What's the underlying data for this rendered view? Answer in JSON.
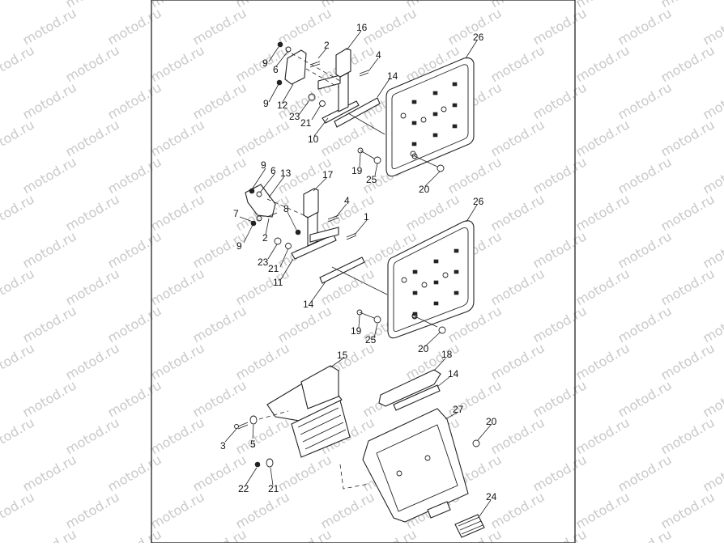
{
  "watermark": {
    "text": "motod.ru"
  },
  "callouts": [
    {
      "id": "c16a",
      "text": "16"
    },
    {
      "id": "c26a",
      "text": "26"
    },
    {
      "id": "c2a",
      "text": "2"
    },
    {
      "id": "c4a",
      "text": "4"
    },
    {
      "id": "c9a",
      "text": "9"
    },
    {
      "id": "c6a",
      "text": "6"
    },
    {
      "id": "c14a",
      "text": "14"
    },
    {
      "id": "c9b",
      "text": "9"
    },
    {
      "id": "c12",
      "text": "12"
    },
    {
      "id": "c23a",
      "text": "23"
    },
    {
      "id": "c21a",
      "text": "21"
    },
    {
      "id": "c10",
      "text": "10"
    },
    {
      "id": "c19a",
      "text": "19"
    },
    {
      "id": "c25a",
      "text": "25"
    },
    {
      "id": "c20a",
      "text": "20"
    },
    {
      "id": "c9c",
      "text": "9"
    },
    {
      "id": "c6b",
      "text": "6"
    },
    {
      "id": "c13",
      "text": "13"
    },
    {
      "id": "c17",
      "text": "17"
    },
    {
      "id": "c26b",
      "text": "26"
    },
    {
      "id": "c4b",
      "text": "4"
    },
    {
      "id": "c7",
      "text": "7"
    },
    {
      "id": "c8",
      "text": "8"
    },
    {
      "id": "c1",
      "text": "1"
    },
    {
      "id": "c9d",
      "text": "9"
    },
    {
      "id": "c2b",
      "text": "2"
    },
    {
      "id": "c23b",
      "text": "23"
    },
    {
      "id": "c21b",
      "text": "21"
    },
    {
      "id": "c11",
      "text": "11"
    },
    {
      "id": "c14b",
      "text": "14"
    },
    {
      "id": "c19b",
      "text": "19"
    },
    {
      "id": "c25b",
      "text": "25"
    },
    {
      "id": "c20b",
      "text": "20"
    },
    {
      "id": "c15",
      "text": "15"
    },
    {
      "id": "c18",
      "text": "18"
    },
    {
      "id": "c14c",
      "text": "14"
    },
    {
      "id": "c27",
      "text": "27"
    },
    {
      "id": "c20c",
      "text": "20"
    },
    {
      "id": "c3",
      "text": "3"
    },
    {
      "id": "c5",
      "text": "5"
    },
    {
      "id": "c22",
      "text": "22"
    },
    {
      "id": "c21c",
      "text": "21"
    },
    {
      "id": "c24",
      "text": "24"
    }
  ]
}
